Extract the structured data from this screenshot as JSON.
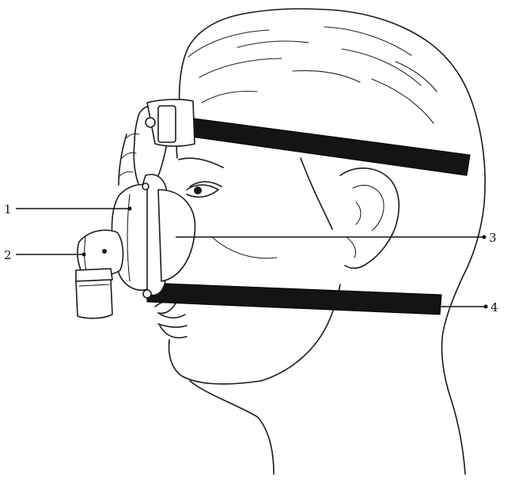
{
  "diagram": {
    "callouts": [
      {
        "id": "1",
        "label": "1"
      },
      {
        "id": "2",
        "label": "2"
      },
      {
        "id": "3",
        "label": "3"
      },
      {
        "id": "4",
        "label": "4"
      }
    ],
    "colors": {
      "line": "#1a1a1a",
      "strap": "#141414",
      "background": "#ffffff"
    }
  }
}
